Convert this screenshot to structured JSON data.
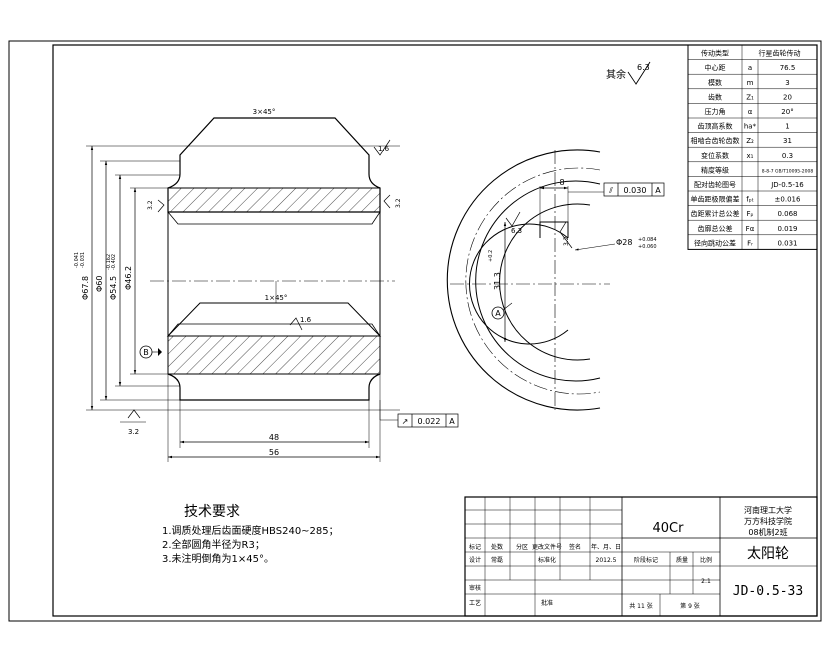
{
  "params_table": {
    "header": [
      "传动类型",
      "行星齿轮传动"
    ],
    "rows": [
      {
        "name": "中心距",
        "sym": "a",
        "val": "76.5"
      },
      {
        "name": "模数",
        "sym": "m",
        "val": "3"
      },
      {
        "name": "齿数",
        "sym": "Z₁",
        "val": "20"
      },
      {
        "name": "压力角",
        "sym": "α",
        "val": "20°"
      },
      {
        "name": "齿顶高系数",
        "sym": "ha*",
        "val": "1"
      },
      {
        "name": "相啮合齿轮齿数",
        "sym": "Z₂",
        "val": "31"
      },
      {
        "name": "变位系数",
        "sym": "x₁",
        "val": "0.3"
      },
      {
        "name": "精度等级",
        "sym": "",
        "val": "8-8-7 GB/T10095-2008"
      },
      {
        "name": "配对齿轮图号",
        "sym": "",
        "val": "JD-0.5-16"
      },
      {
        "name": "单齿距极限偏差",
        "sym": "fₚₜ",
        "val": "±0.016"
      },
      {
        "name": "齿距累计总公差",
        "sym": "Fₚ",
        "val": "0.068"
      },
      {
        "name": "齿廓总公差",
        "sym": "Fα",
        "val": "0.019"
      },
      {
        "name": "径向跳动公差",
        "sym": "Fᵣ",
        "val": "0.031"
      }
    ]
  },
  "surface_finish": {
    "label": "其余",
    "value": "6.3"
  },
  "section_view": {
    "chamfer_top": "3×45°",
    "chamfer_inner": "1×45°",
    "rough_top": "1.6",
    "rough_inner": "1.6",
    "rough_left": "3.2",
    "rough_right": "3.2",
    "rough_bottom": "3.2",
    "dia_outer": "Φ67.8",
    "dia_outer_tol_up": "-0.041",
    "dia_outer_tol_lo": "-0.031",
    "dia_pitch": "Φ60",
    "dia_root": "Φ54.5",
    "dia_root_tol_up": "-0.162",
    "dia_root_tol_lo": "-0.402",
    "dia_inner": "Φ46.2",
    "datum": "B",
    "width_inner": "48",
    "width_outer": "56",
    "runout_sym": "↗",
    "runout_val": "0.022",
    "runout_ref": "A"
  },
  "end_view": {
    "parallel_sym": "⫽",
    "parallel_val": "0.030",
    "parallel_ref": "A",
    "keyway_width": "8",
    "keyway_depth": "31.3",
    "keyway_depth_tol": "+0.2",
    "bore": "Φ28",
    "bore_tol_up": "+0.084",
    "bore_tol_lo": "+0.060",
    "rough_keyway": "3.2",
    "rough_bore": "6.3",
    "datum": "A"
  },
  "tech_req": {
    "title": "技术要求",
    "items": [
      "1.调质处理后齿面硬度HBS240~285；",
      "2.全部圆角半径为R3；",
      "3.未注明倒角为1×45°。"
    ]
  },
  "title_block": {
    "material": "40Cr",
    "school_line1": "河南理工大学",
    "school_line2": "万方科技学院",
    "school_line3": "08机制2班",
    "part_name": "太阳轮",
    "drawing_no": "JD-0.5-33",
    "scale": "2:1",
    "sheets": "共 11 张",
    "sheet_no": "第 9 张",
    "row_labels": [
      "标记",
      "处数",
      "分区",
      "更改文件号",
      "签名",
      "年、月、日"
    ],
    "designer_label": "设计",
    "designer": "常磊",
    "std_label": "标准化",
    "date": "2012.5",
    "stage_label": "阶段标记",
    "weight_label": "质量",
    "scale_label": "比例",
    "review_label": "审核",
    "process_label": "工艺",
    "approve_label": "批准"
  }
}
